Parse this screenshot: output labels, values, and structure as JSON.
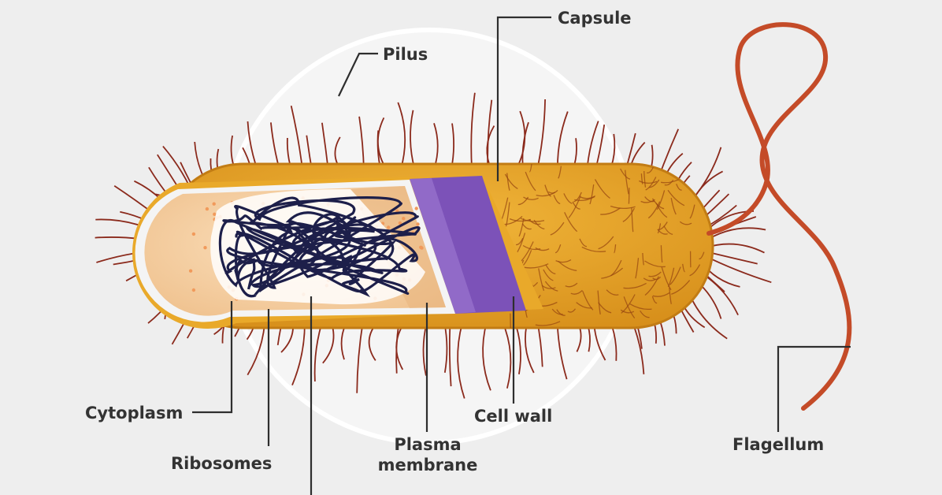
{
  "diagram": {
    "labels": {
      "capsule": "Capsule",
      "pilus": "Pilus",
      "cytoplasm": "Cytoplasm",
      "ribosomes": "Ribosomes",
      "plasma_membrane_line1": "Plasma",
      "plasma_membrane_line2": "membrane",
      "cell_wall": "Cell wall",
      "flagellum": "Flagellum"
    },
    "colors": {
      "background": "#eeeeee",
      "capsule": "#e7a424",
      "capsule_outline": "#c07a12",
      "cytoplasm": "#f7d3a8",
      "ribosome_dot": "#f19a5b",
      "cell_wall": "#7c52b8",
      "plasma_membrane": "#f4f4f4",
      "nucleoid": "#1d1f4a",
      "pili": "#8b2a1c",
      "flagellum": "#c44b28"
    }
  }
}
